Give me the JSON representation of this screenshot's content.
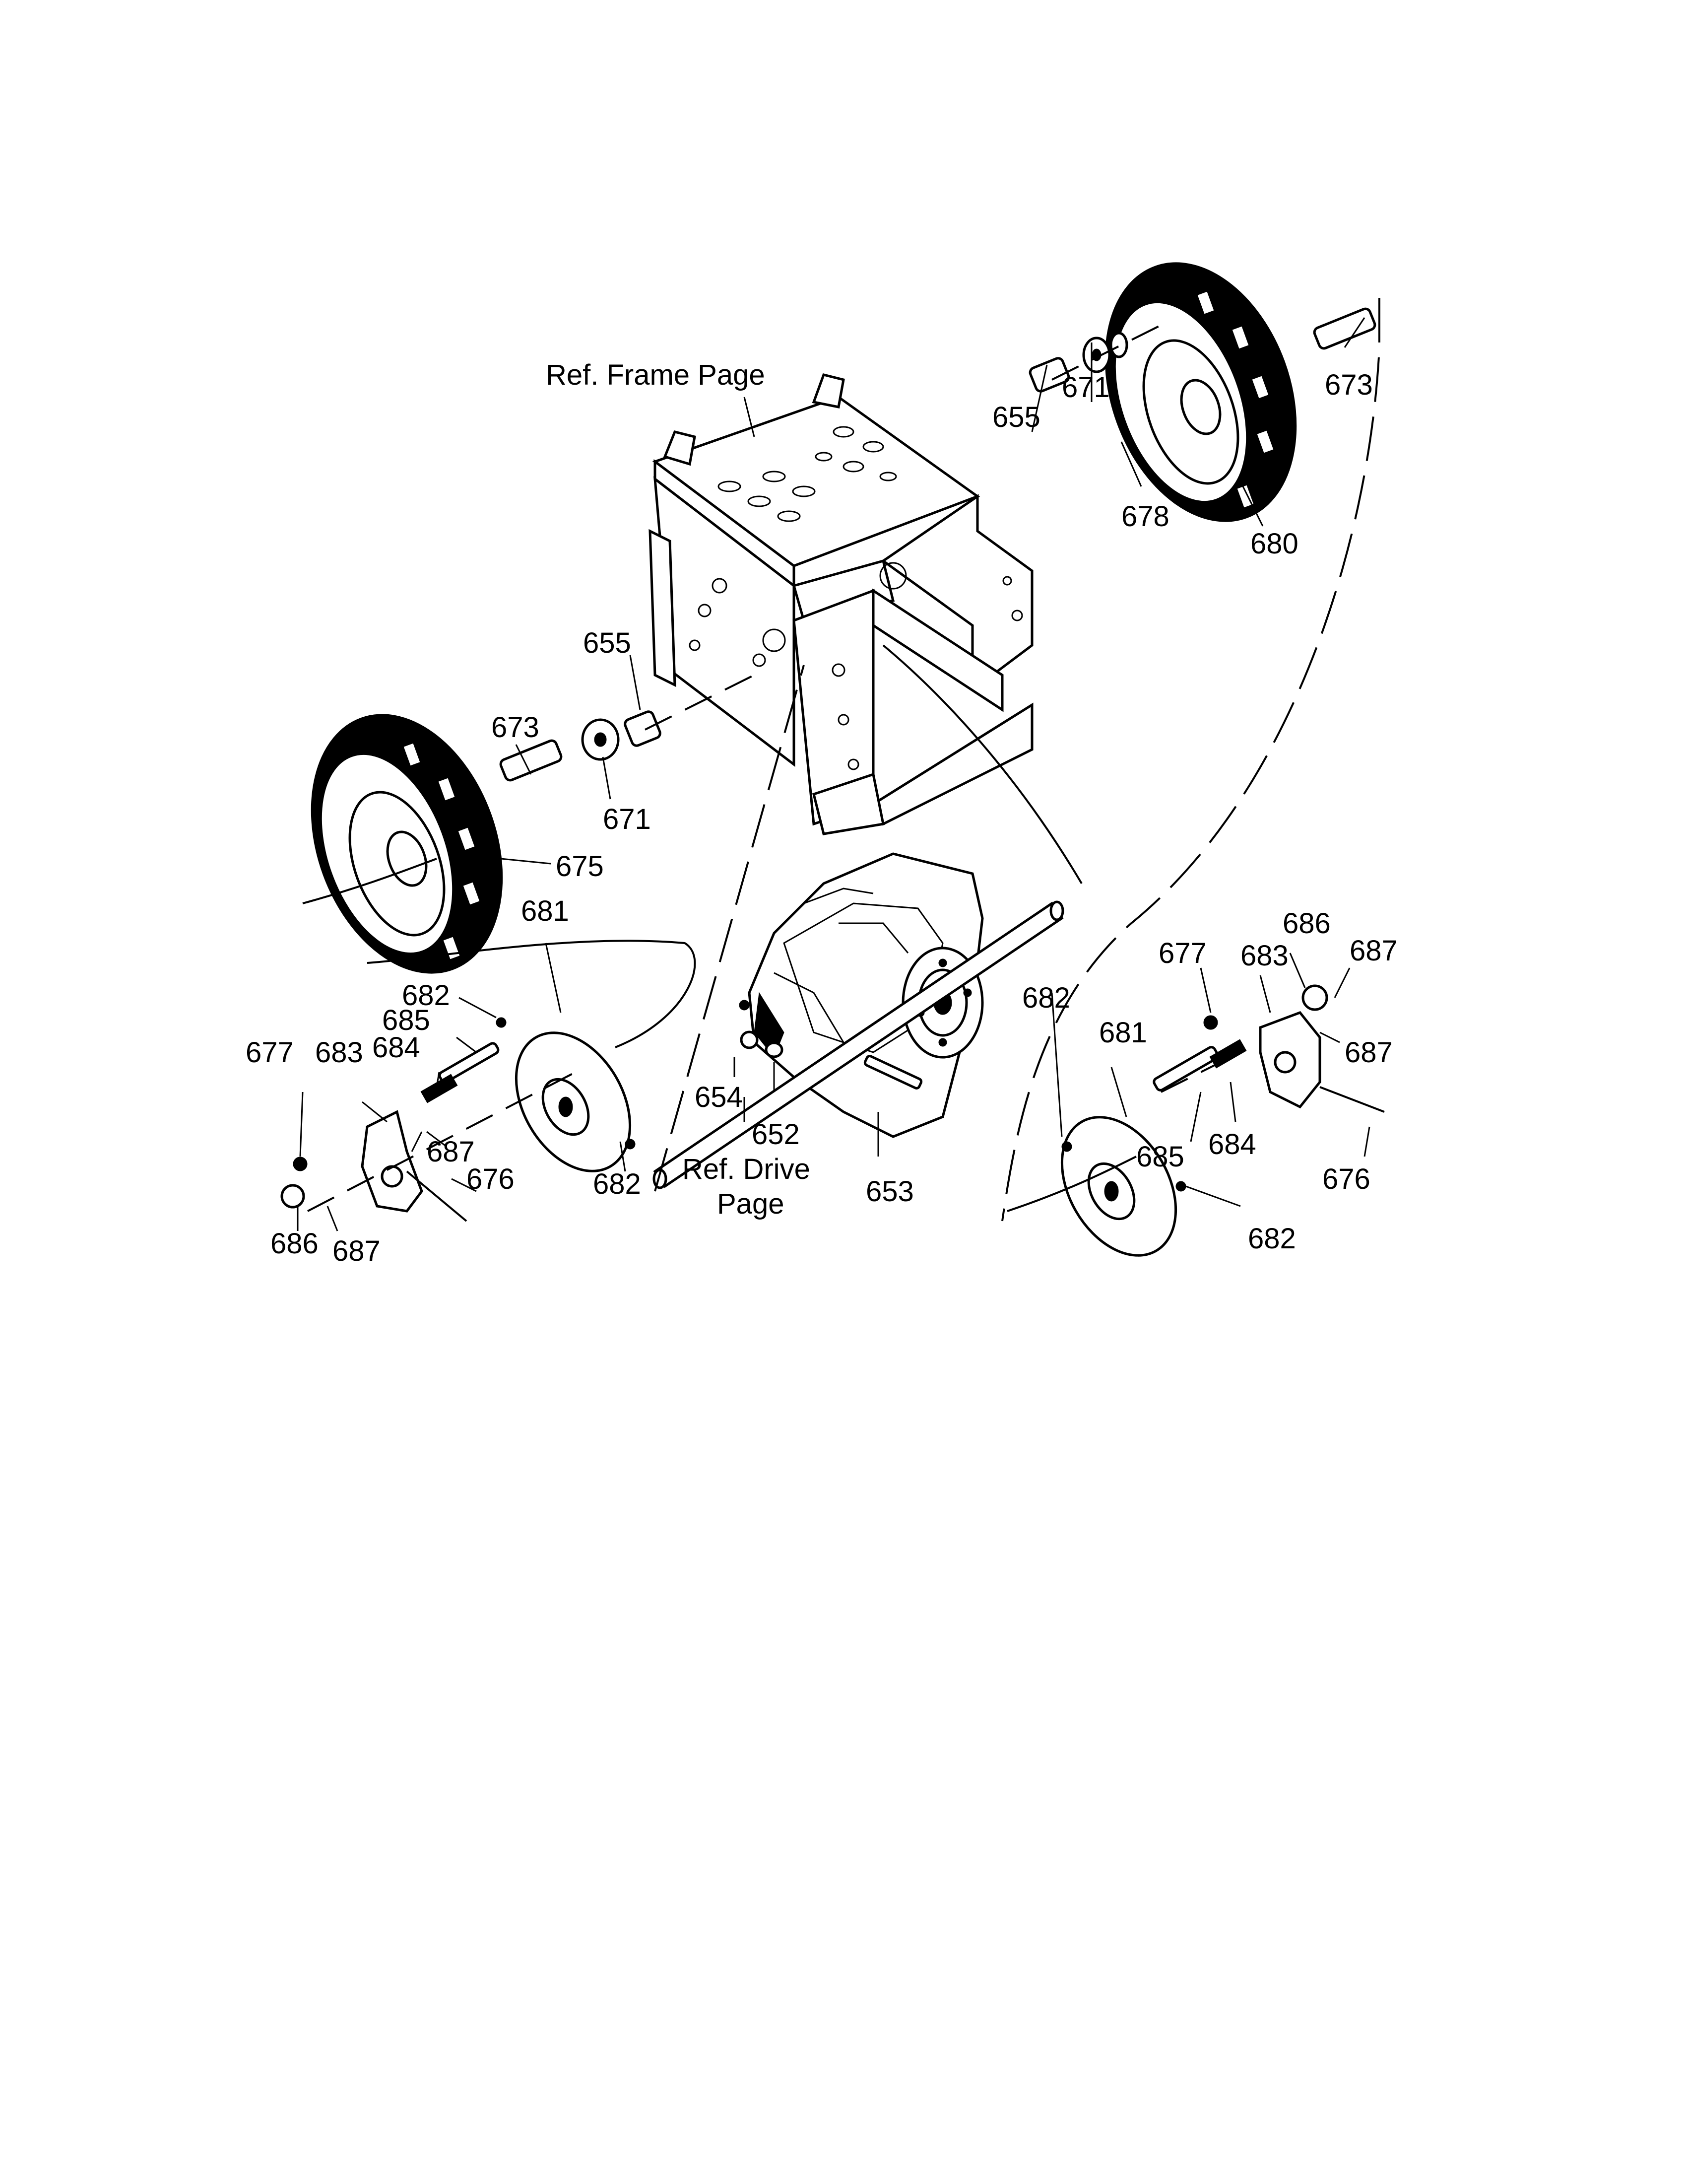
{
  "labels": {
    "ref_frame": "Ref. Frame Page",
    "ref_drive_1": "Ref. Drive",
    "ref_drive_2": "Page",
    "p652": "652",
    "p653": "653",
    "p654": "654",
    "p655_top": "655",
    "p655_left": "655",
    "p671_top": "671",
    "p671_left": "671",
    "p673_right": "673",
    "p673_left": "673",
    "p675": "675",
    "p676_left": "676",
    "p676_right": "676",
    "p677_left": "677",
    "p677_right": "677",
    "p678": "678",
    "p680": "680",
    "p681_left": "681",
    "p681_right": "681",
    "p682_a": "682",
    "p682_b": "682",
    "p682_c": "682",
    "p682_d": "682",
    "p683_left": "683",
    "p683_right": "683",
    "p684_left": "684",
    "p684_right": "684",
    "p685_left": "685",
    "p685_right": "685",
    "p686_left": "686",
    "p686_right": "686",
    "p687_a": "687",
    "p687_b": "687",
    "p687_c": "687",
    "p687_d": "687"
  }
}
